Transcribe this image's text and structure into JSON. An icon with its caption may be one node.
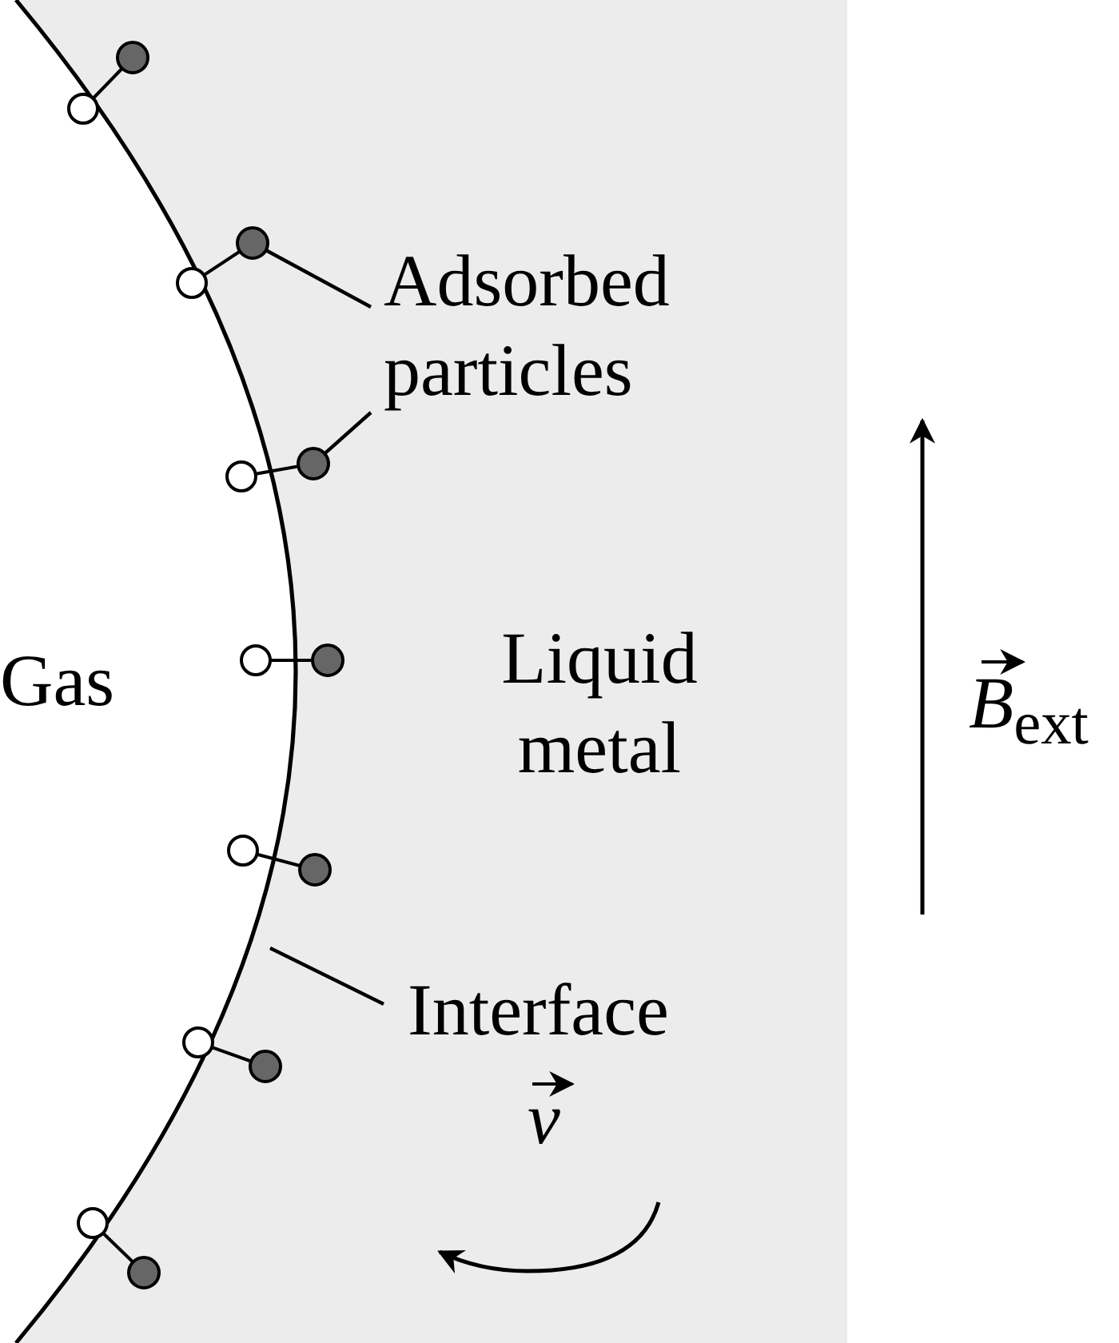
{
  "diagram": {
    "nodes": [
      {
        "text": [
          "Adsorbed particles"
        ]
      },
      {
        "text": [],
        "shape": "picture"
      },
      {
        "text": [],
        "shape": "picture"
      },
      {
        "text": [
          "Interface"
        ]
      }
    ],
    "edges": [
      {
        "from": 0,
        "to": 1,
        "arrow": "none"
      },
      {
        "from": 0,
        "to": 2,
        "arrow": "none"
      },
      {
        "from": 3,
        "to": null,
        "arrow": "none"
      }
    ],
    "labels": [
      "Gas",
      "Liquid metal",
      "*B*$_{ext}$",
      "v"
    ]
  }
}
